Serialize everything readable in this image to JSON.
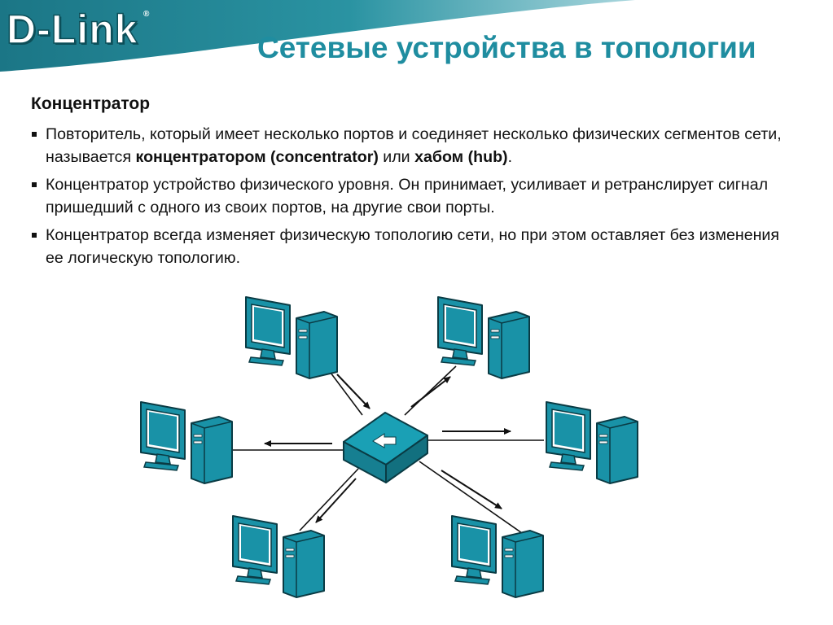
{
  "logo": {
    "text": "D-Link",
    "registered": "®"
  },
  "title": "Сетевые устройства в топологии",
  "heading": "Концентратор",
  "bullets": [
    {
      "t1": "Повторитель, который имеет несколько портов и соединяет несколько физических сегментов сети, называется ",
      "b1": "концентратором (concentrator)",
      "t2": " или ",
      "b2": "хабом (hub)",
      "t3": "."
    },
    {
      "text": "Концентратор устройство физического уровня. Он принимает, усиливает и ретранслирует сигнал пришедший с одного из своих портов, на другие свои порты."
    },
    {
      "text": "Концентратор всегда изменяет физическую топологию сети, но при этом оставляет без изменения ее логическую топологию."
    }
  ],
  "colors": {
    "brand_band": "#1f7f8f",
    "title": "#1f8da0",
    "device": "#1992a7",
    "device_outline": "#0a3b44",
    "line": "#111111"
  },
  "icons": [
    "computer-icon",
    "hub-icon",
    "arrow-icon"
  ]
}
